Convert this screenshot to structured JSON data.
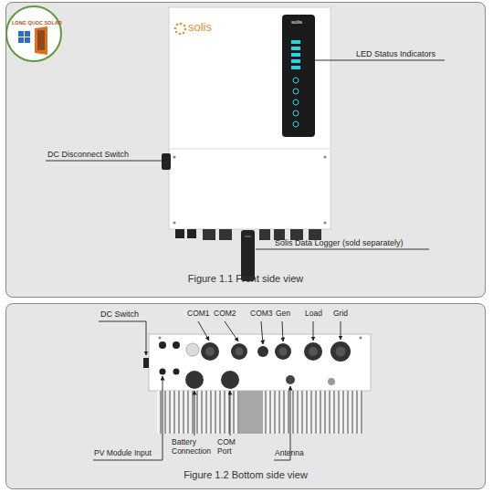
{
  "diagram": {
    "nodes": [
      {
        "text": [
          "Figure 1.1 Front side view"
        ]
      },
      {
        "text": [
          "Figure 1.2 Bottom side view"
        ]
      }
    ],
    "labels": [
      "LONG QUOC SOLAR",
      "solis",
      "solis",
      "LED Status Indicators",
      "DC Disconnect Switch",
      "Solis Data Logger (sold separately)",
      "DC Switch",
      "COM1",
      "COM2",
      "COM3",
      "Gen",
      "Load",
      "Grid",
      "PV Module Input",
      "Battery Connection",
      "COM Port",
      "Antenna"
    ]
  }
}
